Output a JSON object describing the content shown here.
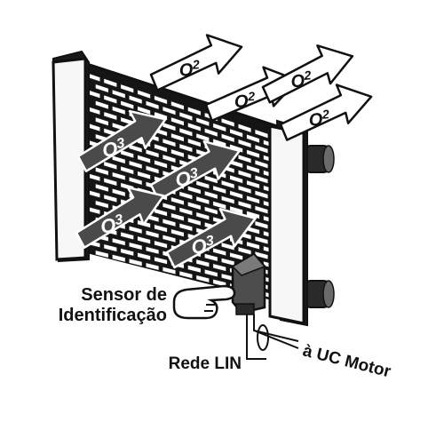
{
  "labels": {
    "o2": "O2",
    "o3": "O3",
    "sensor_line1": "Sensor de",
    "sensor_line2": "Identificação",
    "lin_bus": "Rede LIN",
    "to_engine": "à UC Motor"
  },
  "colors": {
    "outline": "#111111",
    "grille_dark": "#1a1a1a",
    "grille_light": "#ffffff",
    "o3_arrow": "#4a4a4a",
    "o2_arrow": "#ffffff",
    "frame_side": "#f4f4f4",
    "sensor": "#5a5a5a"
  },
  "counts": {
    "o2_arrows": 4,
    "o3_arrows": 4
  }
}
